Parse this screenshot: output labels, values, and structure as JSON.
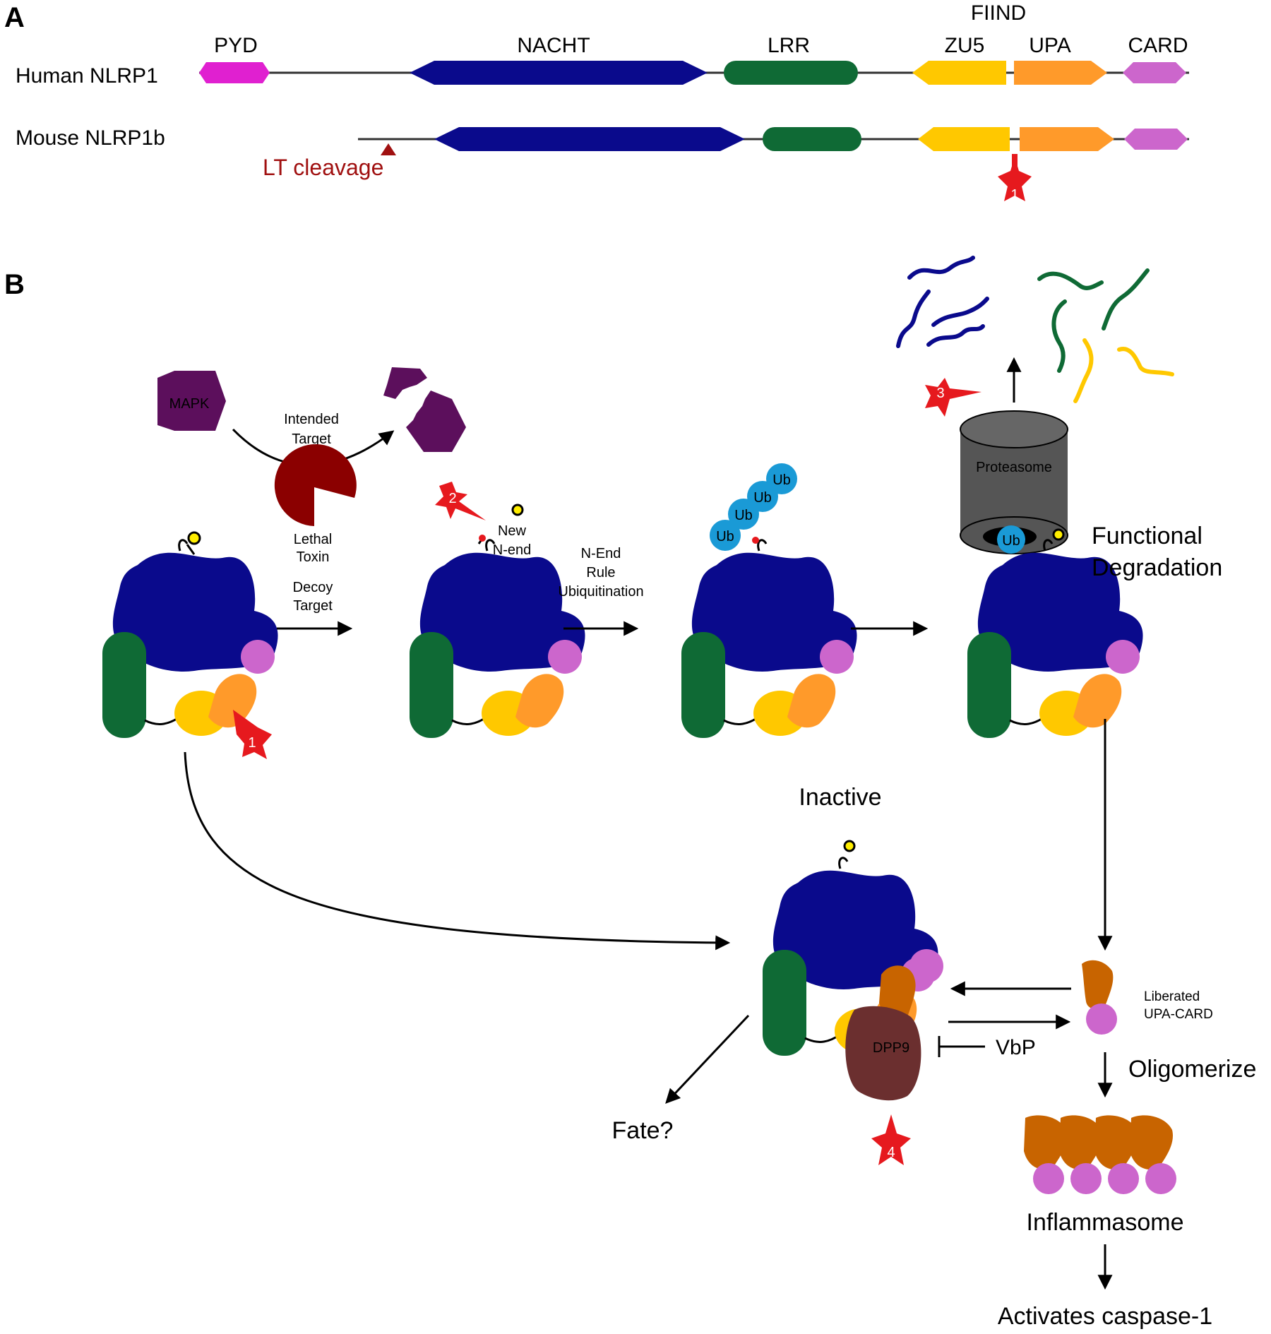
{
  "panels": {
    "a": "A",
    "b": "B"
  },
  "panel_a": {
    "human_label": "Human NLRP1",
    "mouse_label": "Mouse NLRP1b",
    "domains": {
      "pyd": "PYD",
      "nacht": "NACHT",
      "lrr": "LRR",
      "fiind": "FIIND",
      "zu5": "ZU5",
      "upa": "UPA",
      "card": "CARD"
    },
    "lt_cleavage": "LT cleavage",
    "star_1": "1"
  },
  "panel_b": {
    "mapk": "MAPK",
    "intended_target": [
      "Intended",
      "Target"
    ],
    "lethal_toxin": [
      "Lethal",
      "Toxin"
    ],
    "decoy_target": [
      "Decoy",
      "Target"
    ],
    "new_n_end": [
      "New",
      "N-end"
    ],
    "n_end_rule": [
      "N-End",
      "Rule",
      "Ubiquitination"
    ],
    "ub": "Ub",
    "proteasome": "Proteasome",
    "functional_degradation": [
      "Functional",
      "Degradation"
    ],
    "inactive": "Inactive",
    "dpp9": "DPP9",
    "vbp": "VbP",
    "liberated": [
      "Liberated",
      "UPA-CARD"
    ],
    "oligomerize": "Oligomerize",
    "inflammasome": "Inflammasome",
    "activates": "Activates caspase-1",
    "fate": "Fate?",
    "stars": [
      "1",
      "2",
      "3",
      "4"
    ]
  },
  "colors": {
    "pyd": "#e020d0",
    "nacht": "#0a0a8c",
    "lrr": "#0f6a35",
    "zu5": "#ffc800",
    "upa": "#ff9a2a",
    "card": "#cc66cc",
    "toxin": "#8b0000",
    "mapk": "#5c0f5c",
    "ub": "#1a9ad6",
    "dpp9": "#6b2f2f",
    "upa_free": "#c86400",
    "star": "#e6191e",
    "lt_text": "#a01010"
  }
}
